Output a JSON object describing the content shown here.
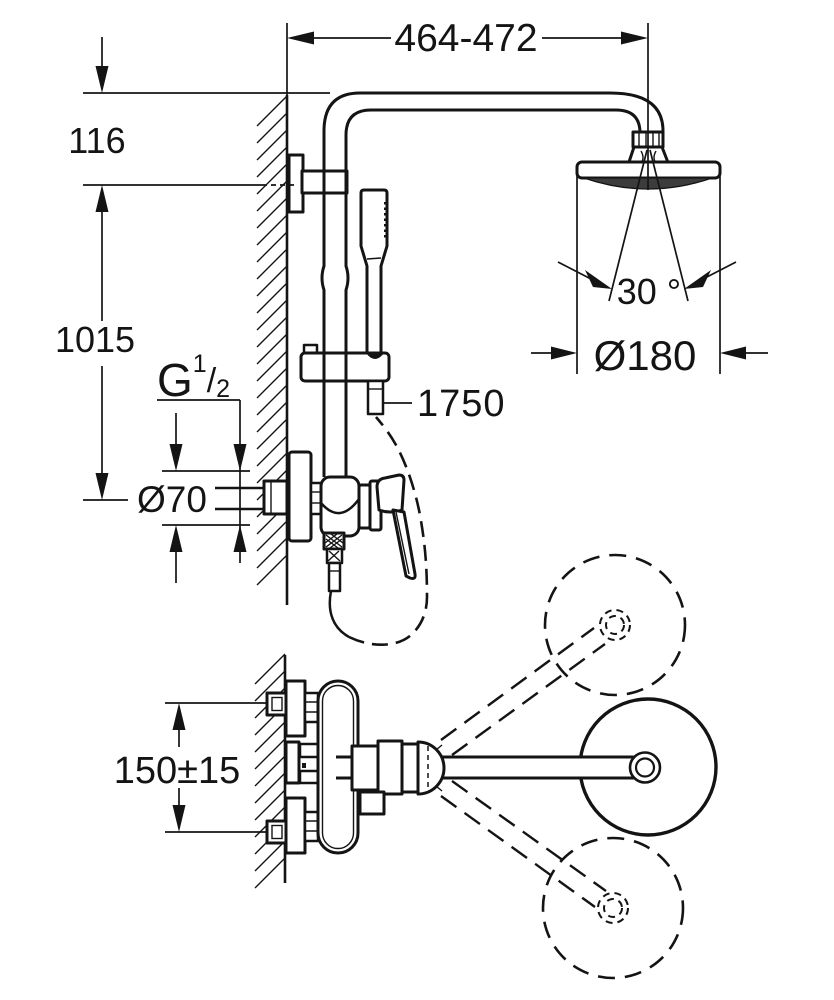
{
  "drawing": {
    "background": "#ffffff",
    "line_color": "#141414",
    "spray_face_color": "#3c3c3c",
    "dimensions": {
      "arm_projection": "464-472",
      "wall_offset": "116",
      "riser_height": "1015",
      "thread_label": {
        "main": "G",
        "sup": "1",
        "slash": "/",
        "sub": "2"
      },
      "escutcheon_diameter": "Ø70",
      "hose_length": "1750",
      "spray_angle": "30 °",
      "head_diameter": "Ø180",
      "inlet_spacing": "150±15"
    }
  }
}
